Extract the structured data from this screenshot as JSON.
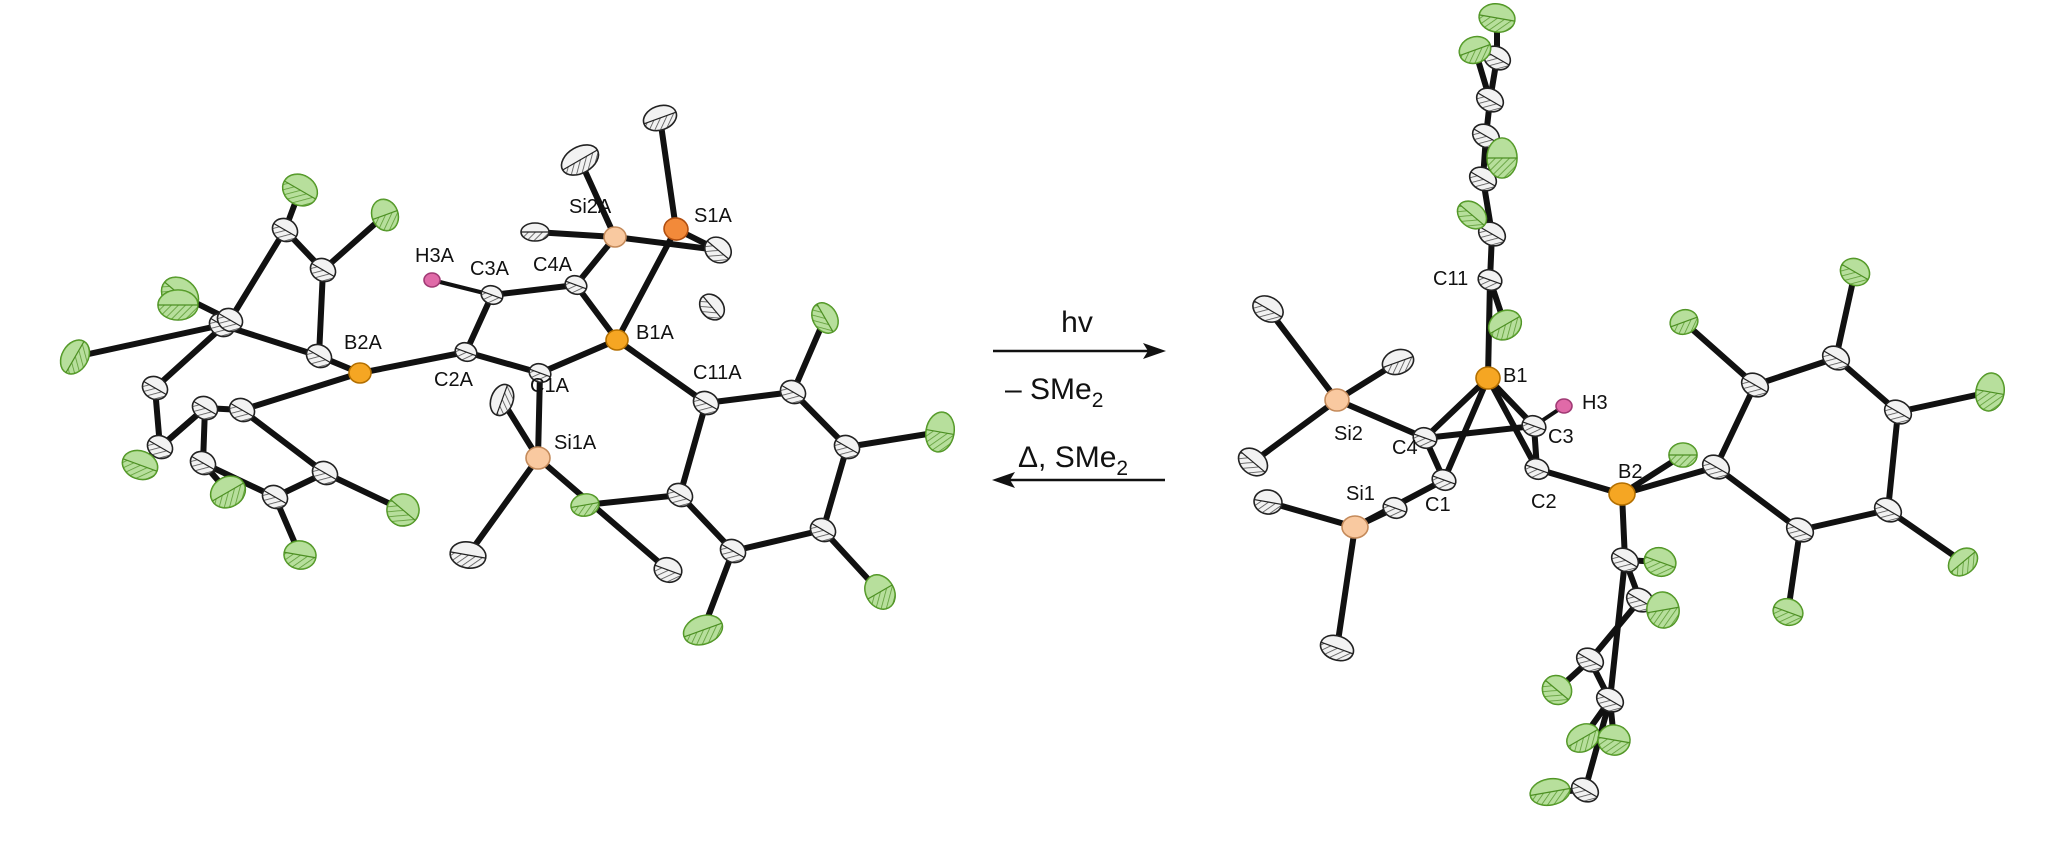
{
  "colors": {
    "carbon": "#f2f2f2",
    "carbon_stroke": "#222222",
    "fluorine": "#7cc44a",
    "fluorine_dark": "#4c8f22",
    "boron": "#f5a623",
    "silicon": "#f9c9a0",
    "sulfur": "#f28a3a",
    "hydrogen": "#e06aa8",
    "bond": "#111111"
  },
  "reaction": {
    "forward_condition": "hv",
    "forward_byproduct_prefix": "– SMe",
    "forward_byproduct_sub": "2",
    "reverse_condition_prefix": "Δ, SMe",
    "reverse_condition_sub": "2"
  },
  "left_molecule": {
    "labels": {
      "H3A": "H3A",
      "C3A": "C3A",
      "C4A": "C4A",
      "Si2A": "Si2A",
      "S1A": "S1A",
      "B2A": "B2A",
      "C2A": "C2A",
      "C1A": "C1A",
      "B1A": "B1A",
      "C11A": "C11A",
      "Si1A": "Si1A"
    }
  },
  "right_molecule": {
    "labels": {
      "C11": "C11",
      "B1": "B1",
      "H3": "H3",
      "Si2": "Si2",
      "C4": "C4",
      "C3": "C3",
      "Si1": "Si1",
      "C1": "C1",
      "C2": "C2",
      "B2": "B2"
    }
  }
}
